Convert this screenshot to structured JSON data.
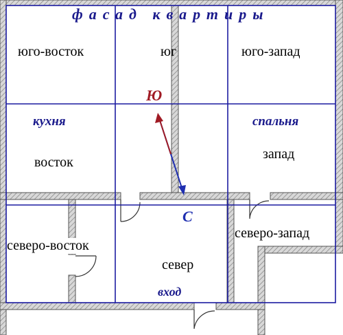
{
  "facade_label": "фасад квартиры",
  "zones": {
    "south_east": "юго-восток",
    "south": "юг",
    "south_west": "юго-запад",
    "east": "восток",
    "west": "запад",
    "north_east": "северо-восток",
    "north": "север",
    "north_west": "северо-запад"
  },
  "rooms": {
    "kitchen": "кухня",
    "bedroom": "спальня",
    "entrance": "вход"
  },
  "compass": {
    "south_marker": "Ю",
    "north_marker": "С",
    "south_color": "#a01b24",
    "north_color": "#1f2fb0"
  },
  "colors": {
    "grid_lines": "#1a1aa0",
    "walls": "#9a9a9a",
    "text_accent": "#1a1a8c"
  }
}
